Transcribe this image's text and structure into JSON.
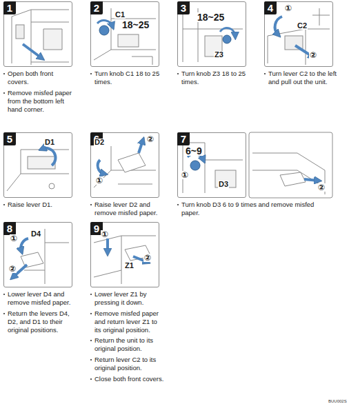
{
  "diagram": {
    "nodes": [
      {
        "text": [
          "1"
        ]
      },
      {
        "text": [
          "2"
        ]
      },
      {
        "text": [
          "3"
        ]
      },
      {
        "text": [
          "4"
        ]
      },
      {
        "text": [
          "5"
        ]
      },
      {
        "text": [
          "6"
        ]
      },
      {
        "text": [
          "7"
        ]
      },
      {
        "text": [
          "8"
        ]
      },
      {
        "text": [
          "9"
        ]
      }
    ],
    "labels": [
      "Open both front covers.",
      "Remove misfed paper from the bottom left hand corner.",
      "C1",
      "18~25",
      "Turn knob C1 18 to 25 times.",
      "18~25",
      "Z3",
      "Turn knob Z3 18 to 25 times.",
      "①",
      "C2",
      "②",
      "Turn lever C2 to the left and pull out the unit.",
      "D1",
      "Raise lever D1.",
      "D2",
      "②",
      "①",
      "Raise lever D2 and remove misfed paper.",
      "6~9",
      "①",
      "D3",
      "②",
      "Turn knob D3 6 to 9 times and remove misfed paper.",
      "D4",
      "①",
      "②",
      "Lower lever D4 and remove misfed paper.",
      "Return the levers D4, D2, and D1 to their original positions.",
      "①",
      "Z1",
      "②",
      "Lower lever Z1 by pressing it down.",
      "Remove misfed paper and return lever Z1 to its original position.",
      "Return the unit to its original position.",
      "Return lever C2 to its original position.",
      "Close both front covers.",
      "BUU002S"
    ]
  }
}
